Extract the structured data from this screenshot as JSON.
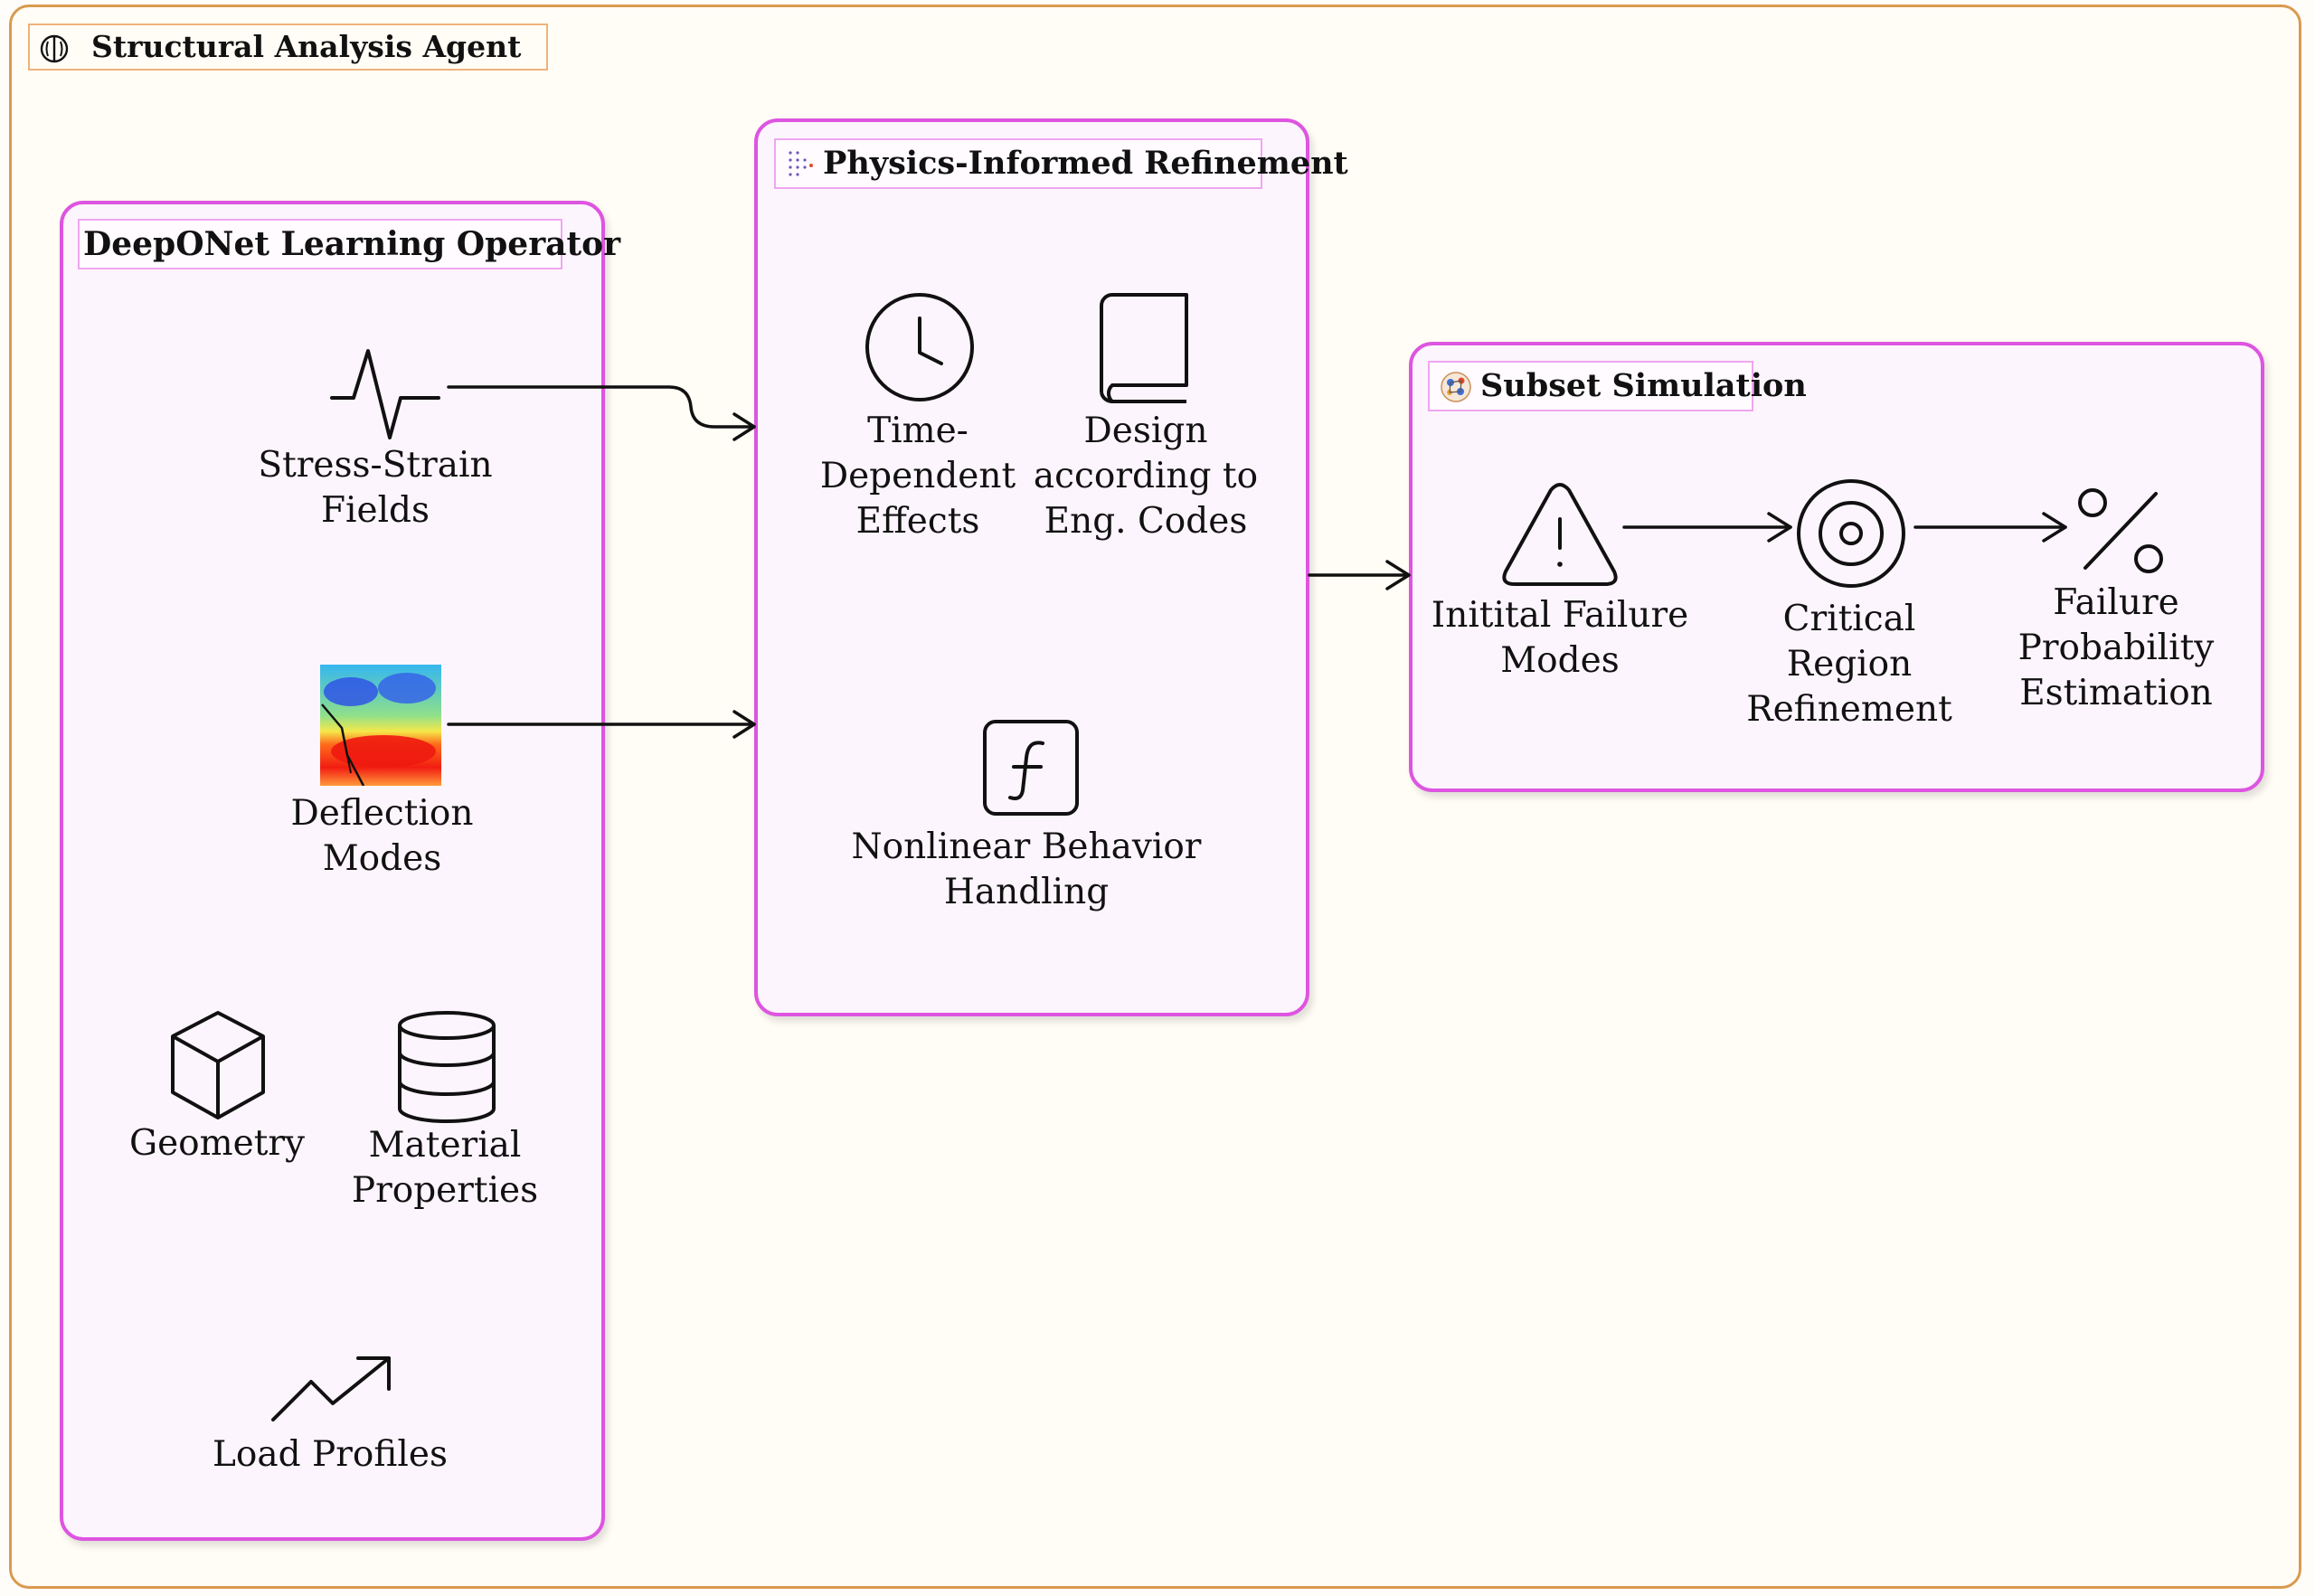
{
  "diagram": {
    "title": "Structural Analysis Agent",
    "groups": {
      "deeponet": {
        "title": "DeepONet Learning Operator",
        "nodes": {
          "stress_strain": "Stress-Strain\nFields",
          "deflection": "Deflection\nModes",
          "geometry": "Geometry",
          "material": "Material\nProperties",
          "load": "Load Profiles"
        }
      },
      "physics": {
        "title": "Physics-Informed Refinement",
        "nodes": {
          "time_dependent": "Time-\nDependent\nEffects",
          "design_codes": "Design\naccording to\nEng. Codes",
          "nonlinear": "Nonlinear Behavior\nHandling"
        }
      },
      "subset": {
        "title": "Subset Simulation",
        "nodes": {
          "initial_failure": "Initital Failure\nModes",
          "critical_region": "Critical Region\nRefinement",
          "failure_prob": "Failure\nProbability\nEstimation"
        }
      }
    },
    "edges": [
      {
        "from": "Stress-Strain Fields",
        "to": "Physics-Informed Refinement"
      },
      {
        "from": "Deflection Modes",
        "to": "Physics-Informed Refinement"
      },
      {
        "from": "Physics-Informed Refinement",
        "to": "Subset Simulation"
      },
      {
        "from": "Initital Failure Modes",
        "to": "Critical Region Refinement"
      },
      {
        "from": "Critical Region Refinement",
        "to": "Failure Probability Estimation"
      }
    ],
    "colors": {
      "outer_border": "#d99a4e",
      "panel_border": "#dd55e0",
      "panel_fill": "#fdf5fd",
      "ink": "#111111"
    },
    "icons": {
      "title": "brain-icon",
      "stress_strain": "pulse-icon",
      "deflection": "heatmap-image",
      "geometry": "cube-icon",
      "material": "database-icon",
      "load": "trend-up-icon",
      "time_dependent": "clock-icon",
      "design_codes": "book-icon",
      "nonlinear": "function-icon",
      "initial_failure": "warning-triangle-icon",
      "critical_region": "target-icon",
      "failure_prob": "percent-icon"
    }
  }
}
